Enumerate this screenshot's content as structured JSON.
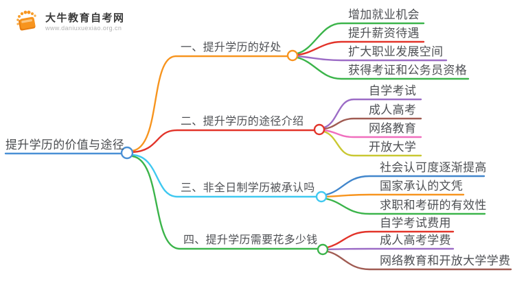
{
  "logo": {
    "title": "大牛教育自考网",
    "url": "www.daniuxuexiao.org.cn",
    "icon": "book-sunburst-icon",
    "icon_color": "#F7941E"
  },
  "palette": {
    "text": "#4e5054",
    "background": "#ffffff"
  },
  "mindmap": {
    "root": {
      "label": "提升学历的价值与途径",
      "color": "#4A90D5"
    },
    "branches": [
      {
        "label": "一、提升学历的好处",
        "color": "#F7941E",
        "children": [
          {
            "label": "增加就业机会",
            "color": "#3BB44A"
          },
          {
            "label": "提升薪资待遇",
            "color": "#E23329"
          },
          {
            "label": "扩大职业发展空间",
            "color": "#9C6CC6"
          },
          {
            "label": "获得考证和公务员资格",
            "color": "#3BB44A"
          }
        ]
      },
      {
        "label": "二、提升学历的途径介绍",
        "color": "#E23329",
        "children": [
          {
            "label": "自学考试",
            "color": "#9C6CC6"
          },
          {
            "label": "成人高考",
            "color": "#A05B52"
          },
          {
            "label": "网络教育",
            "color": "#F06EBE"
          },
          {
            "label": "开放大学",
            "color": "#C9C832"
          }
        ]
      },
      {
        "label": "三、非全日制学历被承认吗",
        "color": "#3FC8F0",
        "children": [
          {
            "label": "社会认可度逐渐提高",
            "color": "#4186CC"
          },
          {
            "label": "国家承认的文凭",
            "color": "#F7941E"
          },
          {
            "label": "求职和考研的有效性",
            "color": "#3BB44A"
          }
        ]
      },
      {
        "label": "四、提升学历需要花多少钱",
        "color": "#3BB44A",
        "children": [
          {
            "label": "自学考试费用",
            "color": "#E23329"
          },
          {
            "label": "成人高考学费",
            "color": "#9C6CC6"
          },
          {
            "label": "网络教育和开放大学学费",
            "color": "#A05B52"
          }
        ]
      }
    ]
  }
}
